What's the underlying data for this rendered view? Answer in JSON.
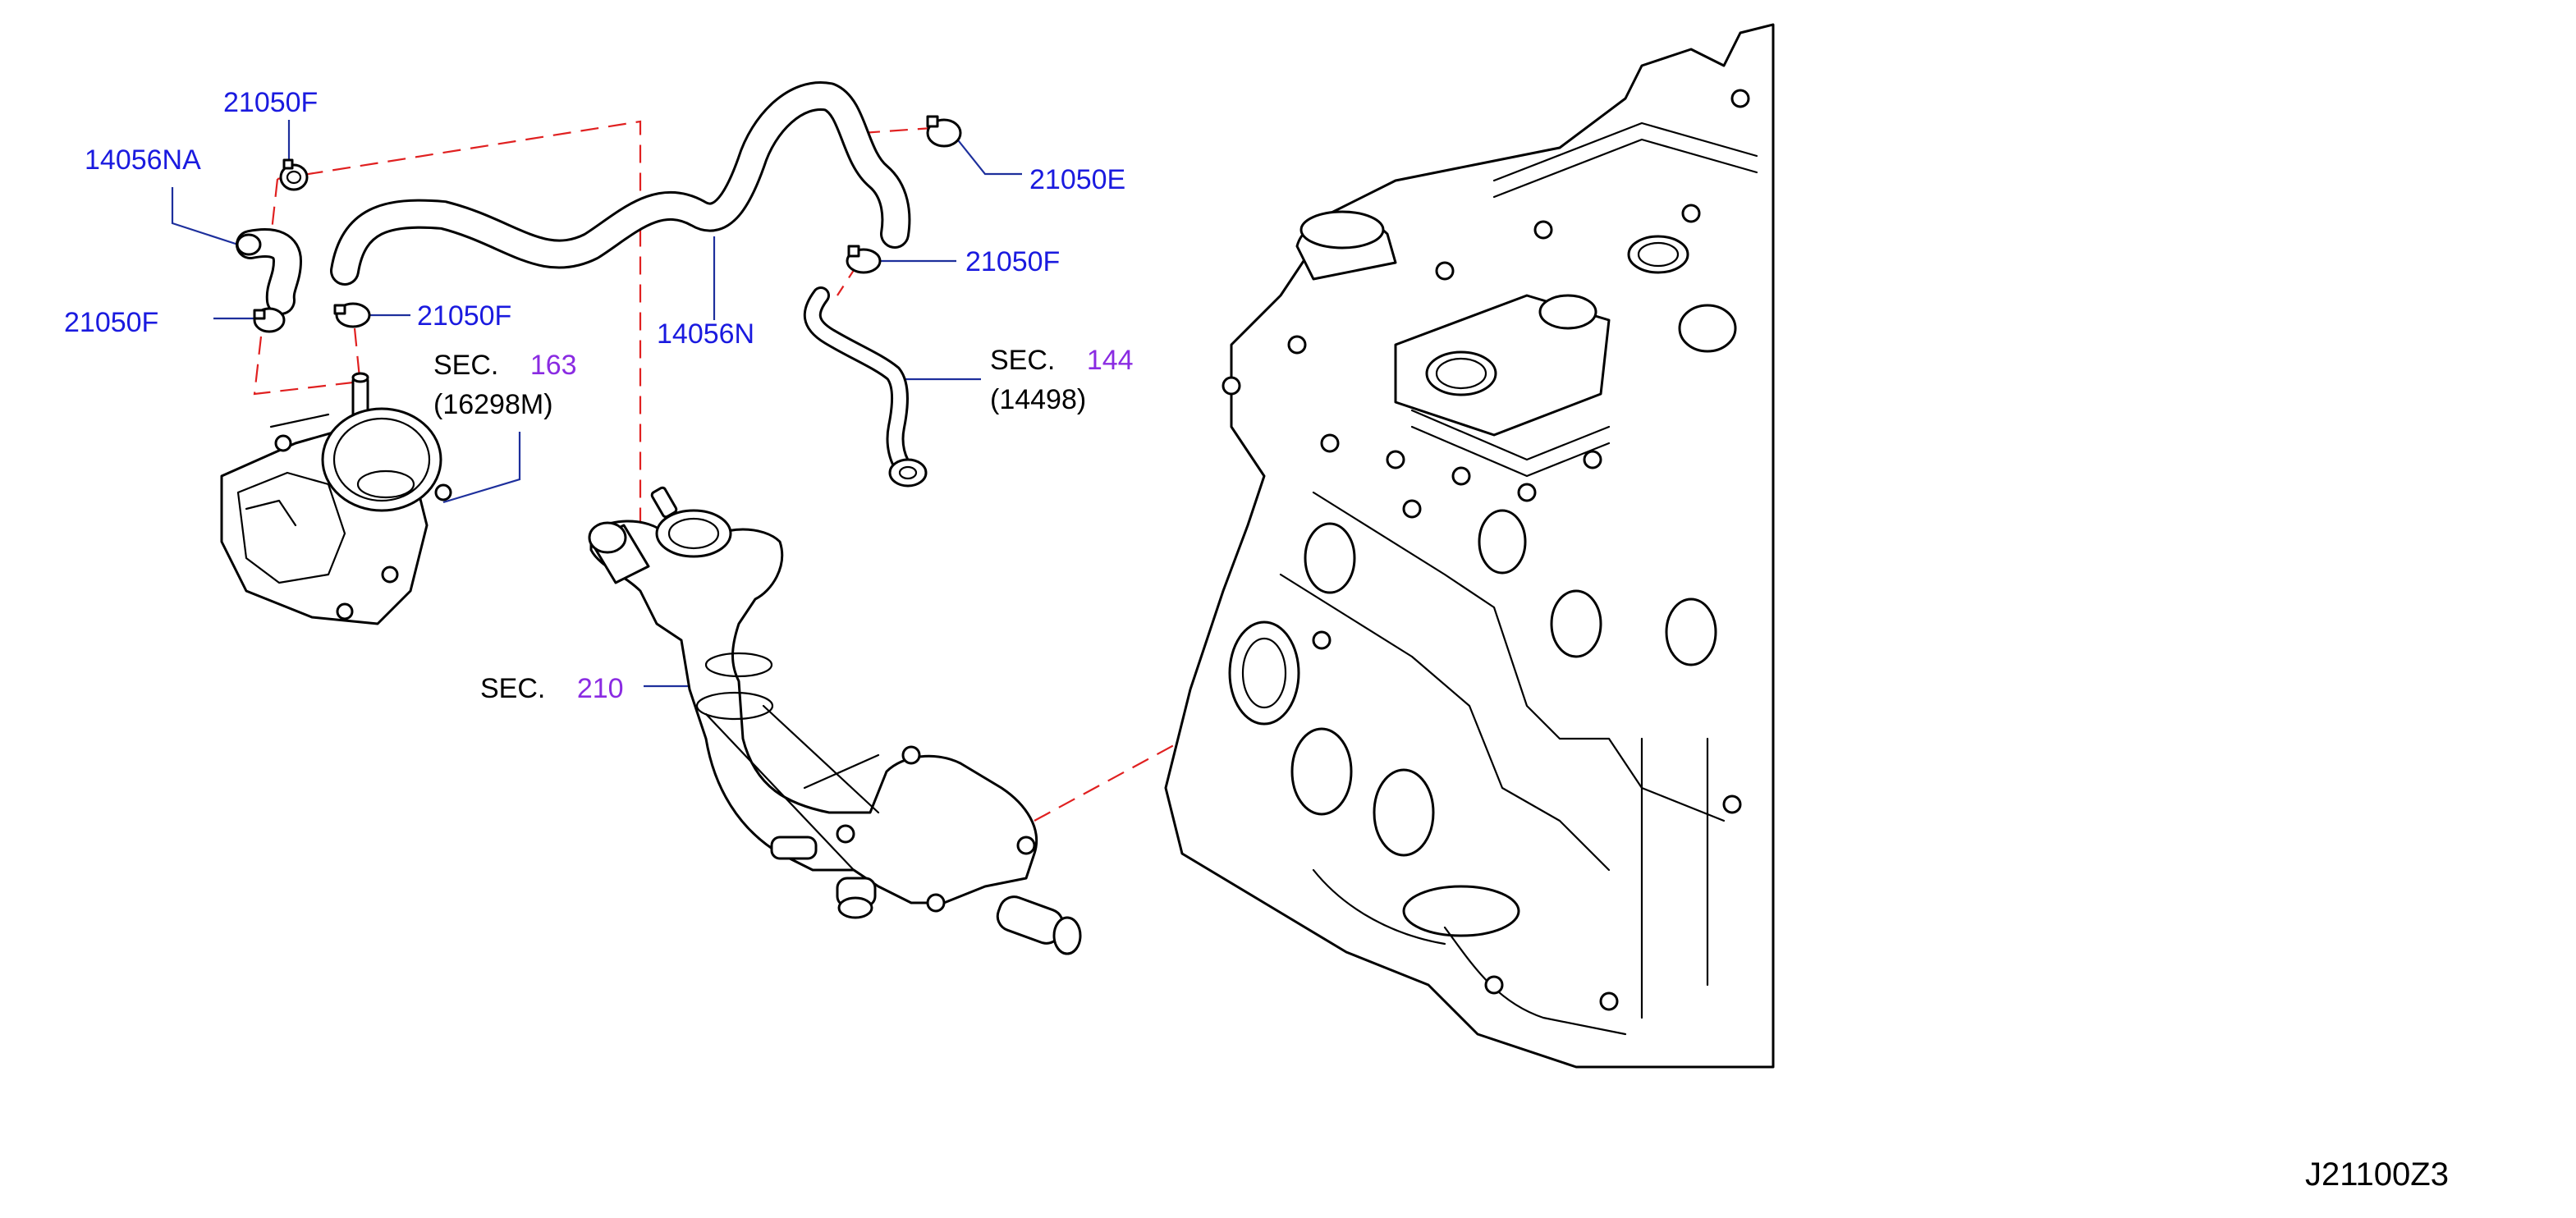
{
  "colors": {
    "part_number": "#1a1adf",
    "section_number": "#8a2be2",
    "section_text": "#000000",
    "phantom_line": "#e02020",
    "leader_line": "#1d2f9c"
  },
  "labels": {
    "p_21050F_top": "21050F",
    "p_14056NA": "14056NA",
    "p_21050F_left": "21050F",
    "p_21050F_mid": "21050F",
    "p_14056N": "14056N",
    "p_21050E": "21050E",
    "p_21050F_right": "21050F"
  },
  "sections": {
    "sec163": {
      "prefix": "SEC.",
      "number": "163",
      "sub": "(16298M)"
    },
    "sec144": {
      "prefix": "SEC.",
      "number": "144",
      "sub": "(14498)"
    },
    "sec210": {
      "prefix": "SEC.",
      "number": "210"
    }
  },
  "diagram_id": "J21100Z3"
}
